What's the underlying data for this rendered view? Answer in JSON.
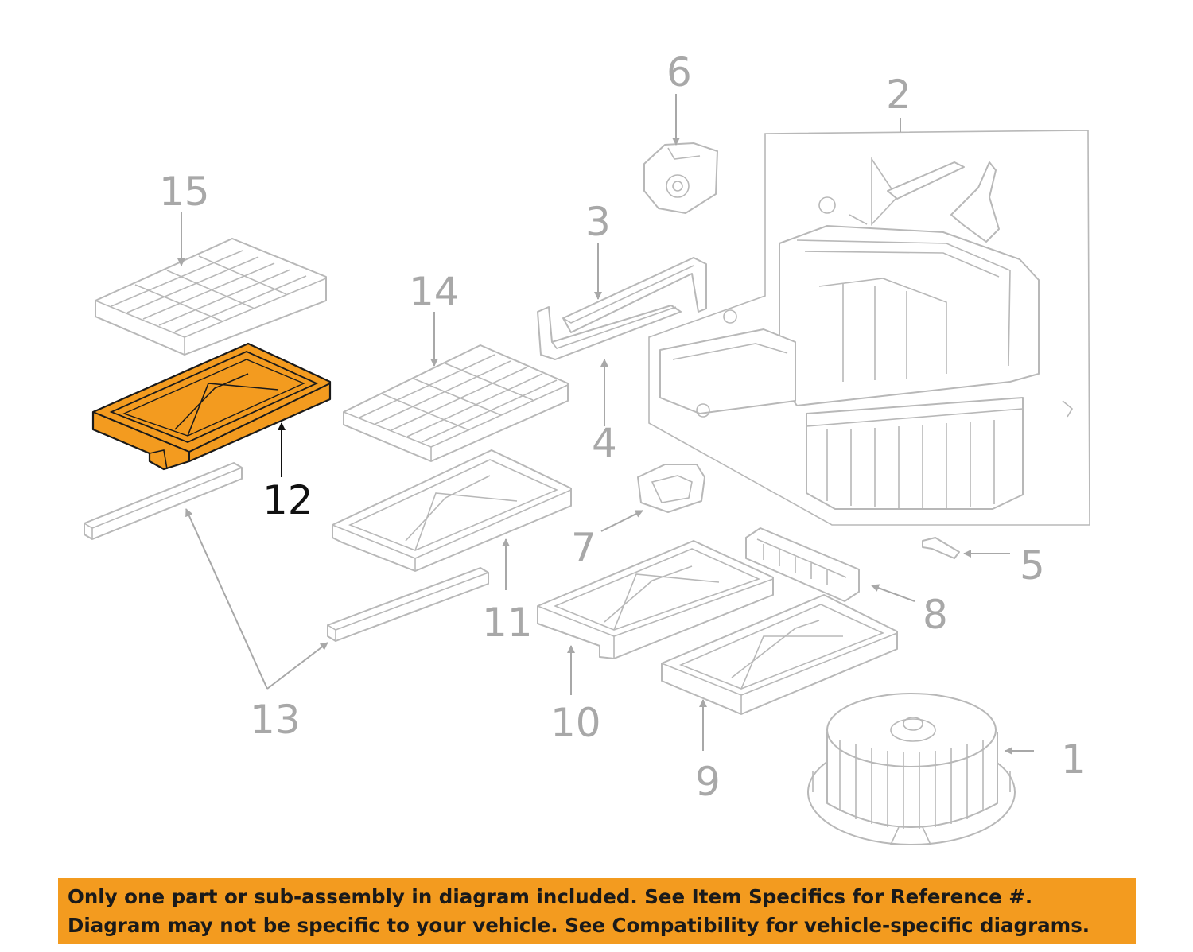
{
  "diagram": {
    "highlight_color": "#f39b1f",
    "part_color": "#b8b8b8",
    "highlighted_callout": "12",
    "callouts": {
      "c1": "1",
      "c2": "2",
      "c3": "3",
      "c4": "4",
      "c5": "5",
      "c6": "6",
      "c7": "7",
      "c8": "8",
      "c9": "9",
      "c10": "10",
      "c11": "11",
      "c12": "12",
      "c13": "13",
      "c14": "14",
      "c15": "15"
    }
  },
  "notice": {
    "background": "#f39b1f",
    "line1": "Only one part or sub-assembly in diagram included. See Item Specifics for Reference #.",
    "line2": "Diagram may not be specific to your vehicle. See Compatibility for vehicle-specific diagrams."
  }
}
